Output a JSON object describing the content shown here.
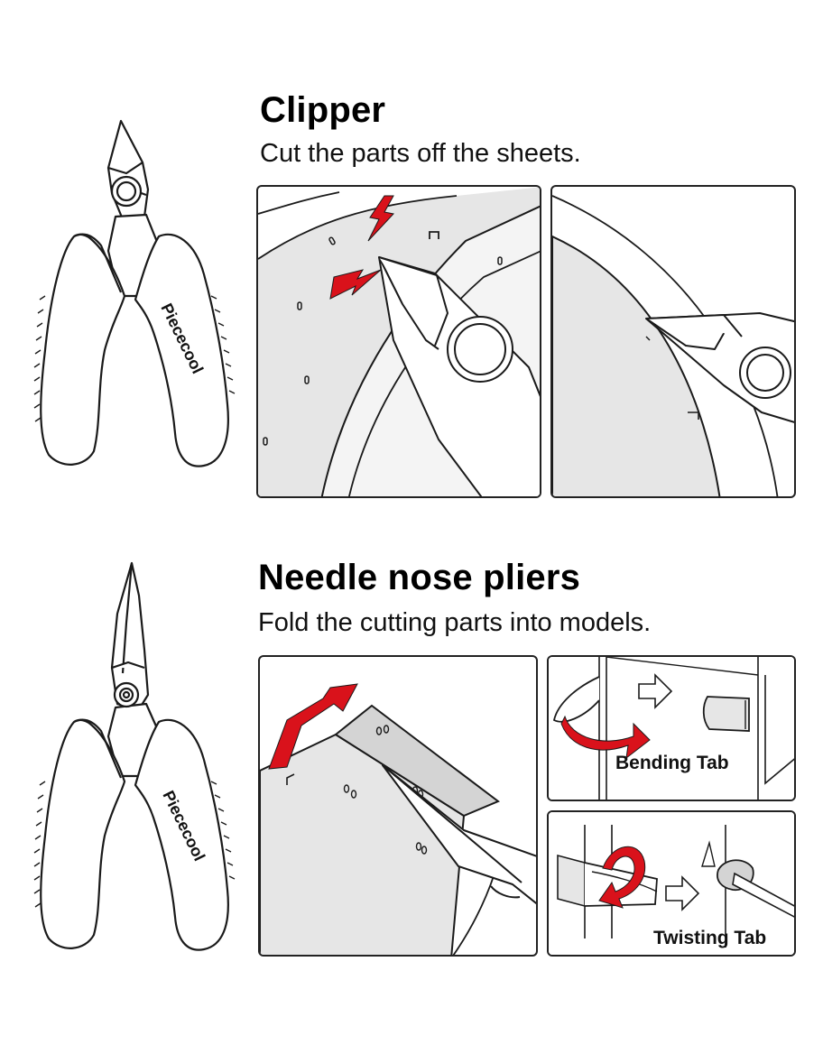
{
  "sections": [
    {
      "title": "Clipper",
      "subtitle": "Cut the parts off the sheets.",
      "brand": "Piececool",
      "icon": "side-cutter-icon"
    },
    {
      "title": "Needle nose pliers",
      "subtitle": "Fold the cutting parts into models.",
      "brand": "Piececool",
      "icon": "needle-nose-pliers-icon",
      "captions": {
        "bending": "Bending Tab",
        "twisting": "Twisting Tab"
      }
    }
  ],
  "colors": {
    "accent": "#d9121b",
    "paper": "#e6e6e6",
    "ink": "#1a1a1a"
  }
}
